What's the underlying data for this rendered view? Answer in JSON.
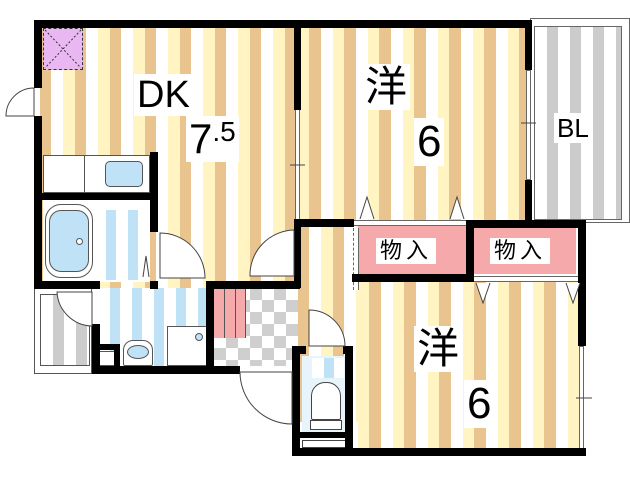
{
  "floorplan": {
    "rooms": [
      {
        "id": "dk",
        "name": "DK",
        "size": "7",
        "size_decimal": ".5",
        "flooring": "wood"
      },
      {
        "id": "western-1",
        "name": "洋",
        "size": "6",
        "flooring": "wood"
      },
      {
        "id": "western-2",
        "name": "洋",
        "size": "6",
        "flooring": "wood"
      },
      {
        "id": "balcony",
        "name": "BL",
        "flooring": "gray-stripe"
      }
    ],
    "closets": [
      {
        "id": "closet-1",
        "label": "物入"
      },
      {
        "id": "closet-2",
        "label": "物入"
      }
    ],
    "fixtures": [
      "kitchen-sink",
      "bathtub",
      "wash-basin",
      "washing-machine-pan",
      "toilet",
      "entrance-shoe-area",
      "storage-hatch"
    ],
    "colors": {
      "wall": "#000000",
      "wood_tan": "#eac48f",
      "wood_yellow": "#fff4c2",
      "wet_area_blue": "#bfe2f6",
      "closet_pink": "#f5a9ab",
      "hatch_purple": "#e9b8f2",
      "balcony_gray": "#cccccc",
      "entrance_checker": "#cfcfcf"
    }
  }
}
